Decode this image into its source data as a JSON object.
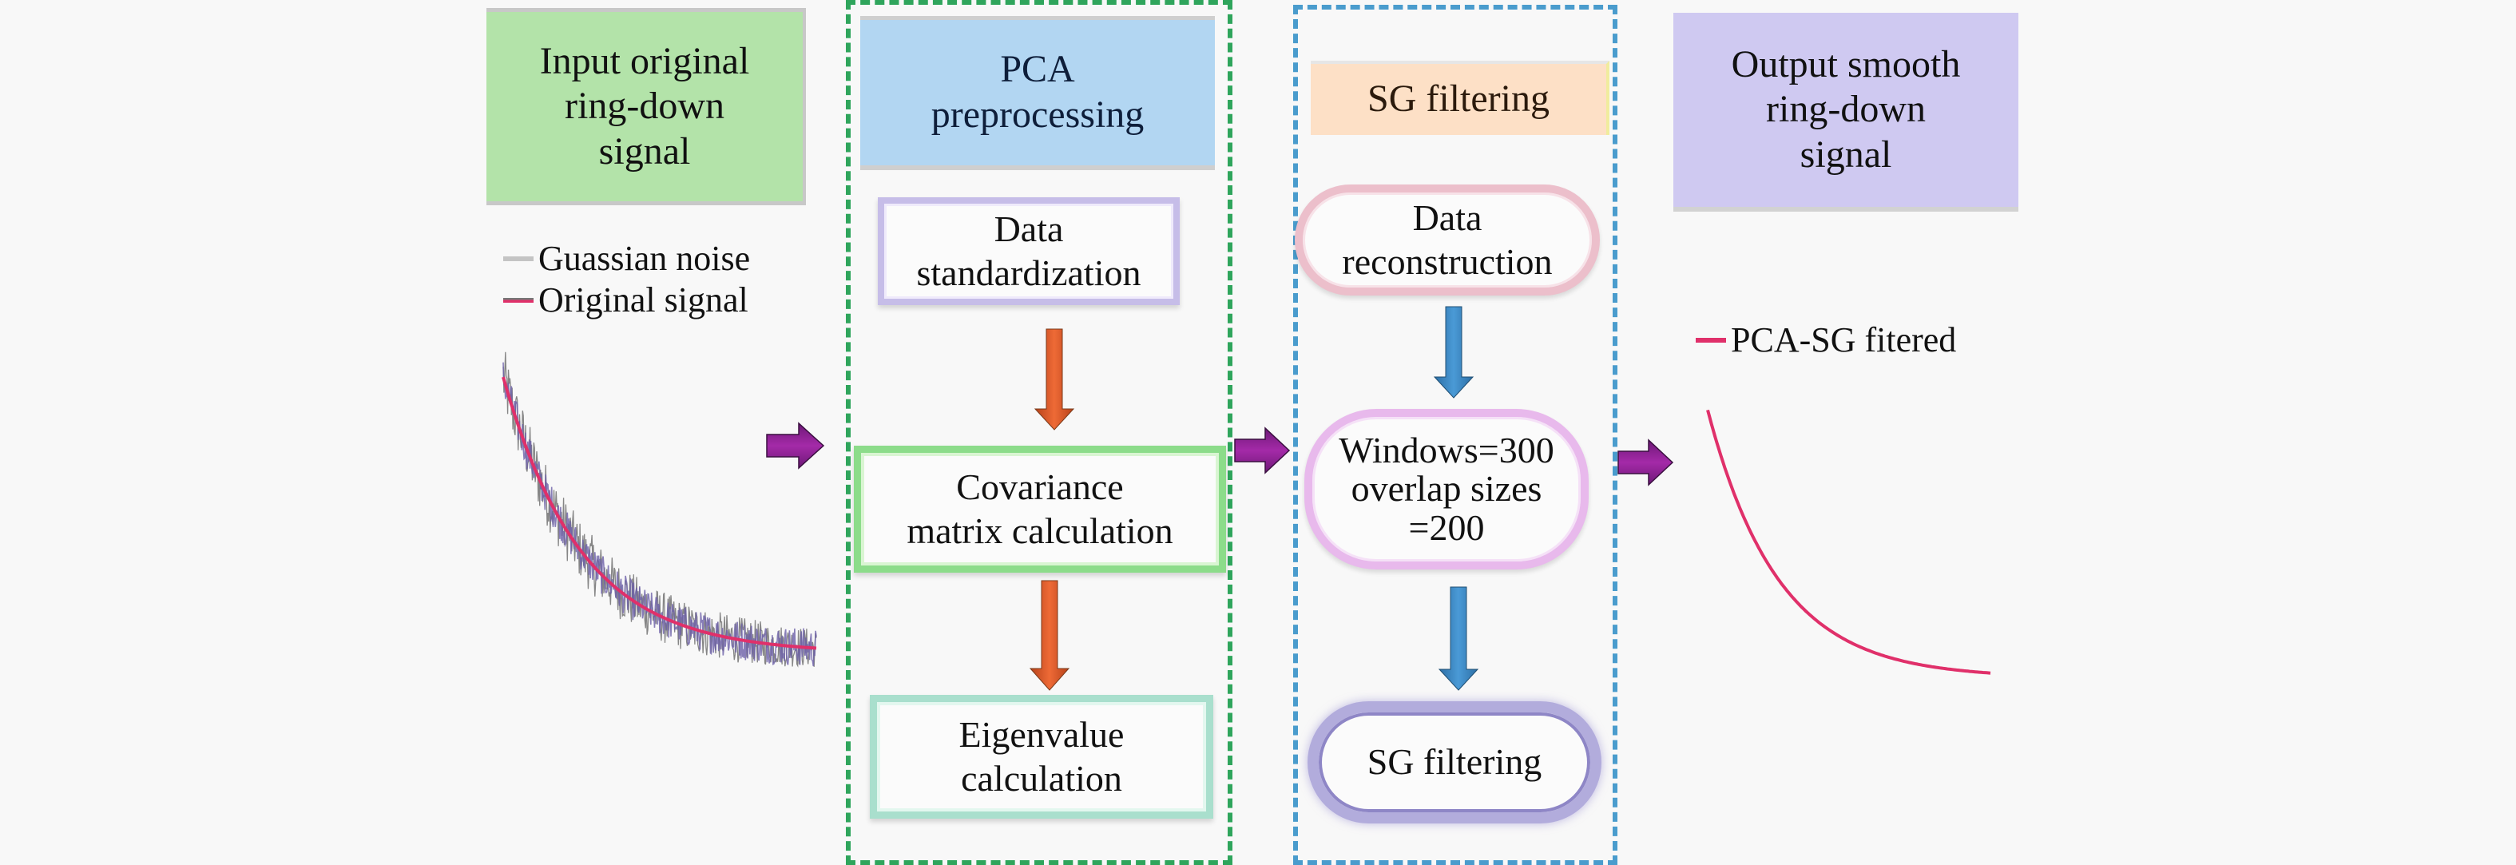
{
  "input": {
    "title_lines": [
      "Input original",
      "ring-down",
      "signal"
    ],
    "legend": [
      {
        "label": "Guassian noise",
        "color": "#b9b9b9"
      },
      {
        "label": "Original signal",
        "color": "#e0306a"
      }
    ]
  },
  "pca": {
    "header_lines": [
      "PCA",
      "preprocessing"
    ],
    "frame_color": "#2fa55c",
    "steps": [
      {
        "lines": [
          "Data",
          "standardization"
        ]
      },
      {
        "lines": [
          "Covariance",
          "matrix calculation"
        ]
      },
      {
        "lines": [
          "Eigenvalue",
          "calculation"
        ]
      }
    ],
    "arrow_color": "#e0582a"
  },
  "sg": {
    "header": "SG filtering",
    "frame_color": "#4a9ccd",
    "steps": [
      {
        "lines": [
          "Data",
          "reconstruction"
        ]
      },
      {
        "lines": [
          "Windows=300",
          "overlap sizes",
          "=200"
        ]
      },
      {
        "lines": [
          "SG filtering"
        ]
      }
    ],
    "arrow_color": "#3f8ecb"
  },
  "output": {
    "title_lines": [
      "Output smooth",
      "ring-down",
      "signal"
    ],
    "legend": [
      {
        "label": "PCA-SG fitered",
        "color": "#e0306a"
      }
    ]
  },
  "flow_arrow_color": "#8e1f97",
  "chart_data": [
    {
      "type": "line",
      "title": "",
      "series": [
        {
          "name": "Guassian noise",
          "color": "#6b5fa8",
          "shape": "exponential decay with heavy noise"
        },
        {
          "name": "Original signal",
          "color": "#e0306a",
          "shape": "exponential decay"
        }
      ],
      "decay_rate": 4.0,
      "noise_level": 0.12,
      "xlabel": "",
      "ylabel": "",
      "axes": "hidden",
      "legend": "top-left"
    },
    {
      "type": "line",
      "title": "",
      "series": [
        {
          "name": "PCA-SG fitered",
          "color": "#e0306a",
          "shape": "smooth exponential decay"
        }
      ],
      "decay_rate": 4.0,
      "xlabel": "",
      "ylabel": "",
      "axes": "hidden",
      "legend": "top-left"
    }
  ]
}
